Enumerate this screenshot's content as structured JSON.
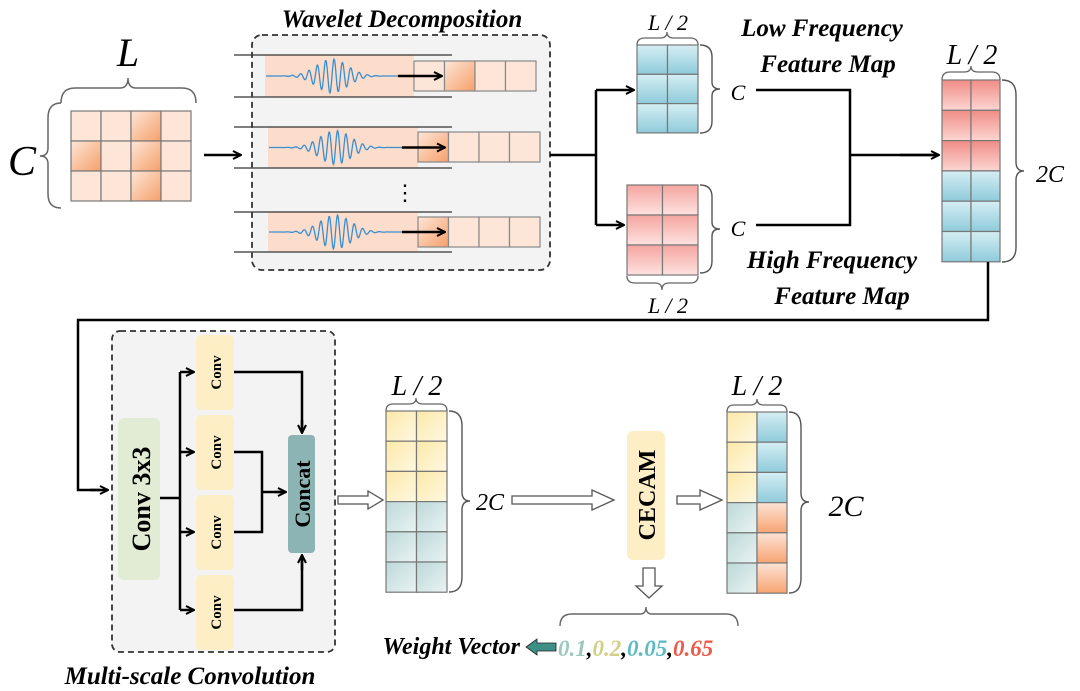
{
  "labels": {
    "input_width": "L",
    "input_height": "C",
    "wavelet_title": "Wavelet Decomposition",
    "ellipsis": "⋮",
    "low_line1": "Low Frequency",
    "low_line2": "Feature Map",
    "high_line1": "High Frequency",
    "high_line2": "Feature Map",
    "half_width": "L / 2",
    "channels": "C",
    "double_channels": "2C",
    "multiscale_title": "Multi-scale Convolution",
    "conv3x3": "Conv 3x3",
    "conv": "Conv",
    "concat": "Concat",
    "cecam": "CECAM",
    "weight_vector": "Weight Vector"
  },
  "weights": [
    {
      "value": "0.1",
      "color": "#9cc8c0"
    },
    {
      "value": "0.2",
      "color": "#d4cf86"
    },
    {
      "value": "0.05",
      "color": "#5cbcc6"
    },
    {
      "value": "0.65",
      "color": "#ec5a48"
    }
  ],
  "colors": {
    "pink": "#fde6d8",
    "orange": "#f7a774",
    "blue": "#a9d8e3",
    "red": "#f5a5a0",
    "yellow": "#fdf1c4",
    "grayblue": "#cfe3e3",
    "green_block": "#e2ecd5",
    "conv_block": "#fdeec6",
    "concat_block": "#8cb4b4",
    "teal_arrow": "#3e8f86"
  }
}
